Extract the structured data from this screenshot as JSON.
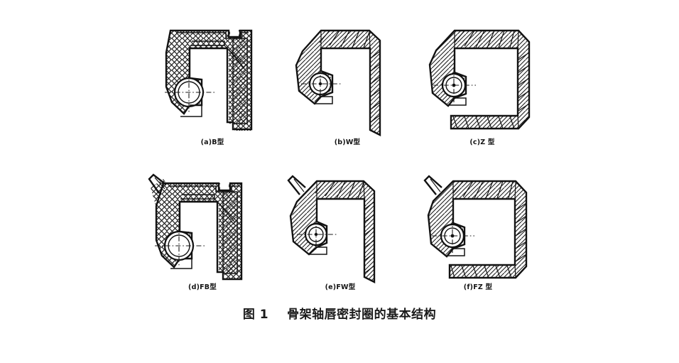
{
  "figure": {
    "caption_number": "图 1",
    "caption_title": "骨架轴唇密封圈的基本结构",
    "background_color": "#ffffff",
    "line_color": "#121212"
  },
  "seals": [
    {
      "id": "a",
      "label": "(a)B型",
      "type_code": "B",
      "has_metal_case": true,
      "has_dust_lip": false,
      "has_spring": true,
      "case_style": "fully-enclosed-metal-case",
      "row": 1,
      "column": 1
    },
    {
      "id": "b",
      "label": "(b)W型",
      "type_code": "W",
      "has_metal_case": false,
      "has_dust_lip": false,
      "has_spring": true,
      "case_style": "exposed-rubber-outer",
      "row": 1,
      "column": 2
    },
    {
      "id": "c",
      "label": "(c)Z 型",
      "type_code": "Z",
      "has_metal_case": true,
      "has_dust_lip": false,
      "has_spring": true,
      "case_style": "rubber-covered-metal-case",
      "row": 1,
      "column": 3
    },
    {
      "id": "d",
      "label": "(d)FB型",
      "type_code": "FB",
      "has_metal_case": true,
      "has_dust_lip": true,
      "has_spring": true,
      "case_style": "fully-enclosed-metal-case",
      "row": 2,
      "column": 1
    },
    {
      "id": "e",
      "label": "(e)FW型",
      "type_code": "FW",
      "has_metal_case": false,
      "has_dust_lip": true,
      "has_spring": true,
      "case_style": "exposed-rubber-outer",
      "row": 2,
      "column": 2
    },
    {
      "id": "f",
      "label": "(f)FZ 型",
      "type_code": "FZ",
      "has_metal_case": true,
      "has_dust_lip": true,
      "has_spring": true,
      "case_style": "rubber-covered-metal-case",
      "row": 2,
      "column": 3
    }
  ]
}
